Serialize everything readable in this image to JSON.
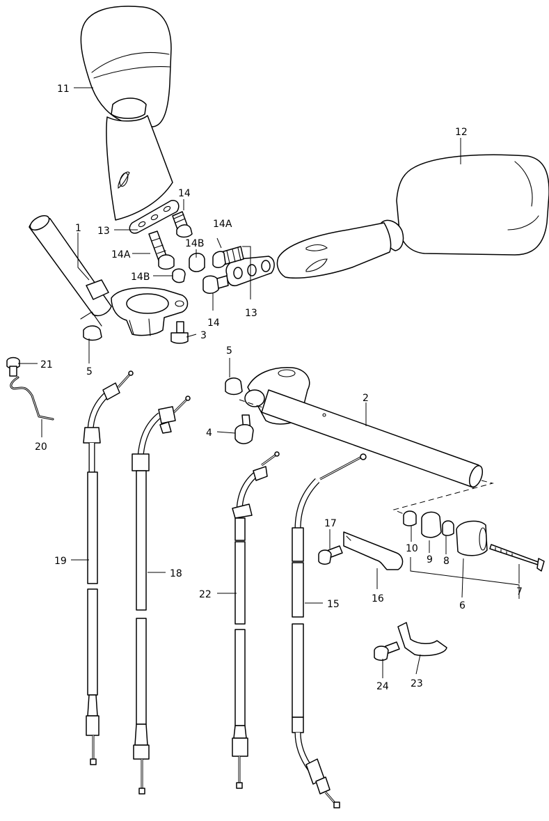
{
  "callouts": {
    "c1": "1",
    "c2": "2",
    "c3": "3",
    "c4": "4",
    "c5a": "5",
    "c5b": "5",
    "c6": "6",
    "c7": "7",
    "c8": "8",
    "c9": "9",
    "c10": "10",
    "c11": "11",
    "c12": "12",
    "c13a": "13",
    "c13b": "13",
    "c14a": "14",
    "c14b": "14",
    "c14Aa": "14A",
    "c14Ab": "14A",
    "c14Ba": "14B",
    "c14Bb": "14B",
    "c15": "15",
    "c16": "16",
    "c17": "17",
    "c18": "18",
    "c19": "19",
    "c20": "20",
    "c21": "21",
    "c22": "22",
    "c23": "23",
    "c24": "24"
  }
}
